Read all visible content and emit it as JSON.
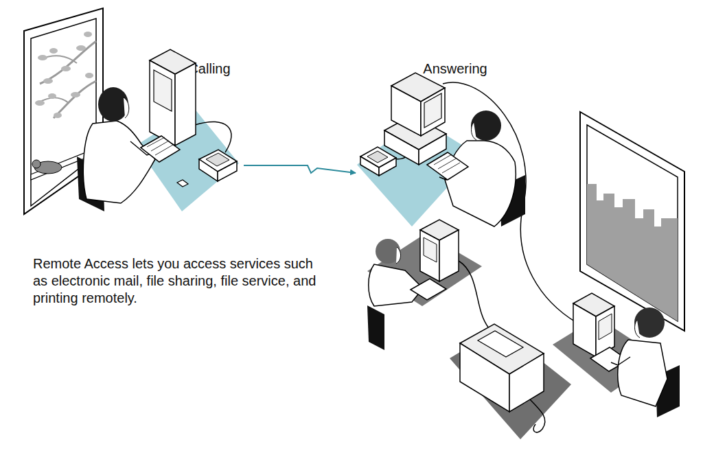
{
  "diagram": {
    "nodes": [
      {
        "text": [
          "Calling"
        ]
      },
      {
        "text": [
          "Answering"
        ]
      }
    ],
    "edges": [
      {
        "from": 0,
        "to": 1,
        "arrow": "to"
      }
    ],
    "labels": [
      "Remote Access lets you access services such as electronic mail, file sharing, file service, and printing remotely."
    ]
  }
}
